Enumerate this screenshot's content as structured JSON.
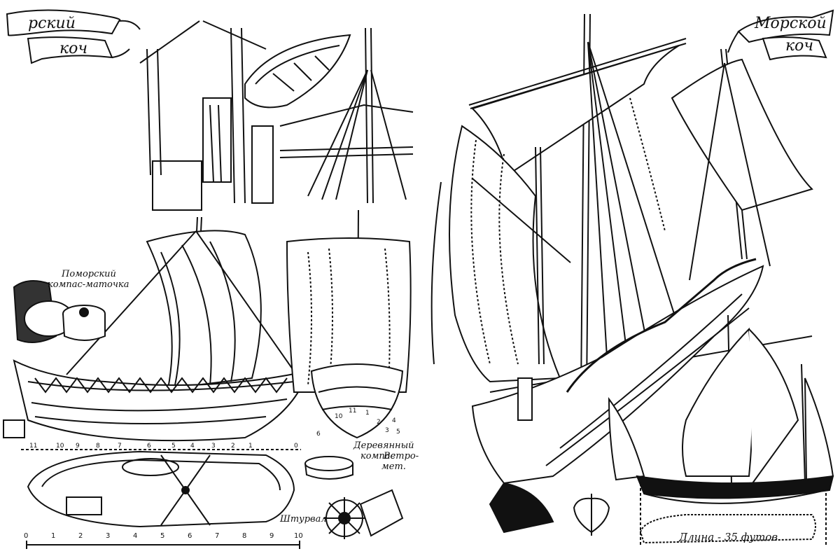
{
  "left_page": {
    "banner": {
      "line1": "рский",
      "line2": "коч"
    },
    "caption_compass_pomor": {
      "line1": "Поморский",
      "line2": "компас-маточка"
    },
    "caption_compass_wooden": {
      "line1": "Деревянный",
      "line2": "компас",
      "line3": "Ветро-",
      "line4": "мет."
    },
    "caption_wheel": "Штурвал",
    "station_numbers": [
      "11",
      "10",
      "9",
      "8",
      "7",
      "6",
      "5",
      "4",
      "3",
      "2",
      "1",
      "0"
    ],
    "scale_ticks": [
      "0",
      "1",
      "2",
      "3",
      "4",
      "5",
      "6",
      "7",
      "8",
      "9",
      "10"
    ],
    "section_frame_numbers": [
      "11",
      "1",
      "2",
      "3",
      "4",
      "5",
      "6",
      "10"
    ]
  },
  "right_page": {
    "banner": {
      "line1": "Морской",
      "line2": "коч"
    },
    "caption_length": "Длина - 35 футов"
  }
}
